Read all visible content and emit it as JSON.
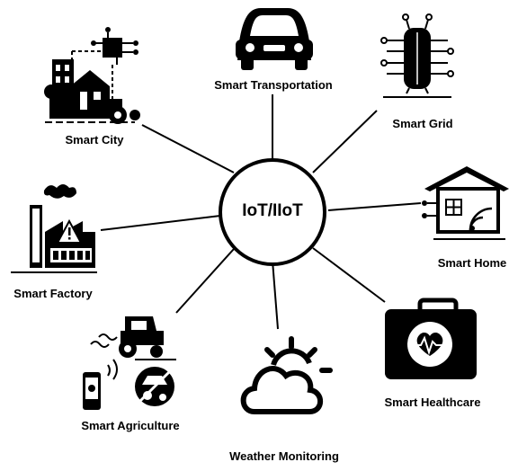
{
  "hub": {
    "label": "IoT/IIoT"
  },
  "nodes": [
    {
      "id": "transportation",
      "label": "Smart Transportation",
      "icon": "car-icon"
    },
    {
      "id": "grid",
      "label": "Smart Grid",
      "icon": "grid-chip-icon"
    },
    {
      "id": "home",
      "label": "Smart Home",
      "icon": "smart-home-icon"
    },
    {
      "id": "healthcare",
      "label": "Smart Healthcare",
      "icon": "medical-kit-icon"
    },
    {
      "id": "weather",
      "label": "Weather Monitoring",
      "icon": "weather-cloud-sun-icon"
    },
    {
      "id": "agriculture",
      "label": "Smart Agriculture",
      "icon": "agriculture-tractor-icon"
    },
    {
      "id": "factory",
      "label": "Smart Factory",
      "icon": "factory-icon"
    },
    {
      "id": "city",
      "label": "Smart City",
      "icon": "city-icon"
    }
  ]
}
